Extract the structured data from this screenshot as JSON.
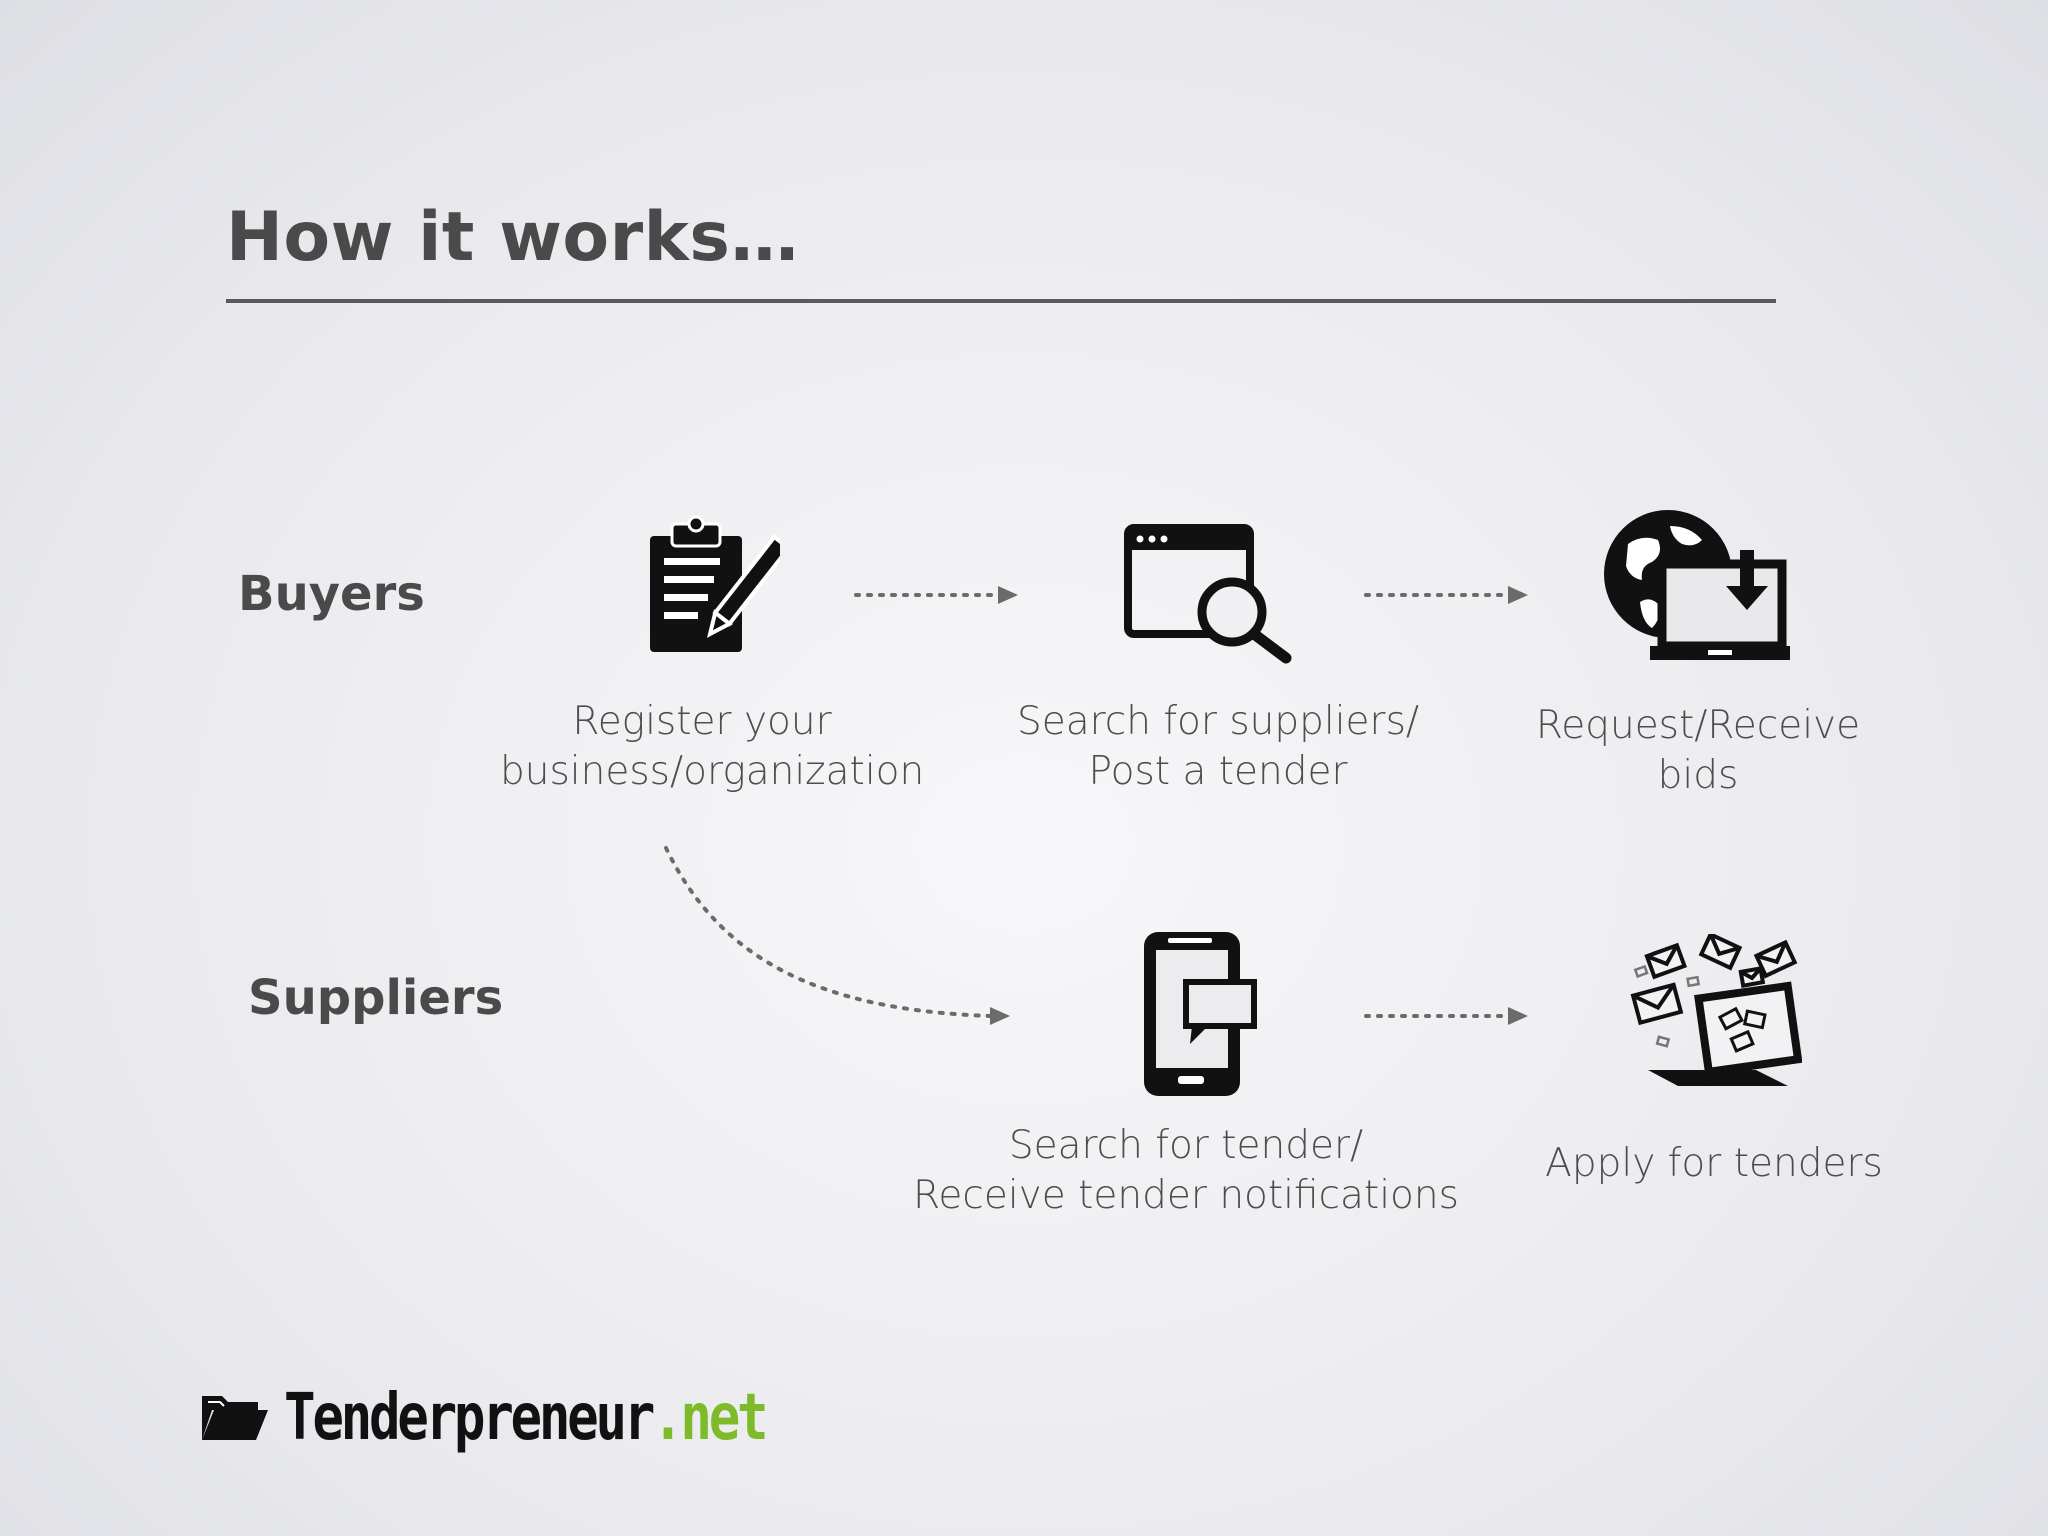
{
  "slide": {
    "title": "How it works…"
  },
  "rows": {
    "buyers": "Buyers",
    "suppliers": "Suppliers"
  },
  "steps": {
    "register": {
      "line1": "Register your",
      "line2": "business/organization",
      "icon": "clipboard-pen-icon"
    },
    "search_post": {
      "line1": "Search for suppliers/",
      "line2": "Post a tender",
      "icon": "browser-search-icon"
    },
    "request_bids": {
      "line1": "Request/Receive",
      "line2": "bids",
      "icon": "globe-laptop-download-icon"
    },
    "search_tender": {
      "line1": "Search for tender/",
      "line2": "Receive tender notifications",
      "icon": "phone-message-icon"
    },
    "apply": {
      "line1": "Apply for tenders",
      "icon": "laptop-envelopes-icon"
    }
  },
  "logo": {
    "name": "Tenderpreneur",
    "tld": ".net",
    "icon": "folder-icon",
    "accent": "#7dbb2a"
  }
}
